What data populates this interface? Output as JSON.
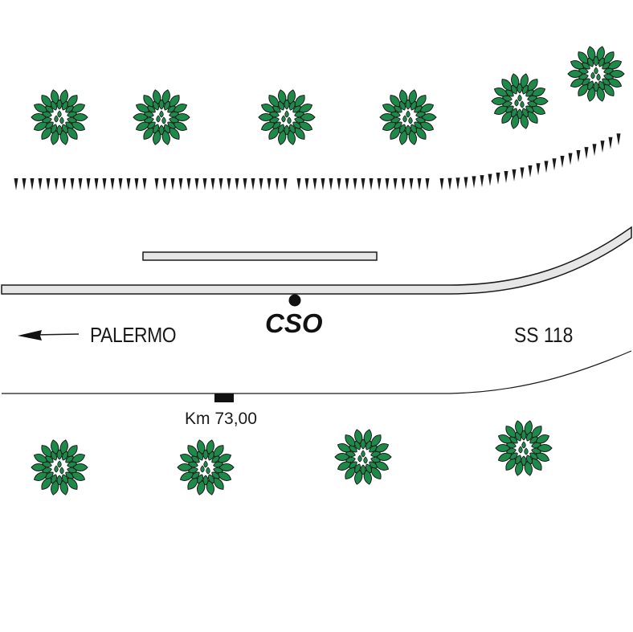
{
  "labels": {
    "direction": "PALERMO",
    "road": "SS 118",
    "station": "CSO",
    "milestone": "Km 73,00"
  },
  "icons": {
    "tree": "tree-icon",
    "arrow": "arrow-left-icon",
    "station_marker": "dot-marker-icon",
    "milestone_marker": "milestone-marker-icon",
    "fence": "fence-icon"
  },
  "colors": {
    "tree_fill": "#1e8a4a",
    "tree_outline": "#1a1a1a",
    "road_fill": "#e6e6e6",
    "ink": "#1a1a1a",
    "background": "#ffffff"
  }
}
